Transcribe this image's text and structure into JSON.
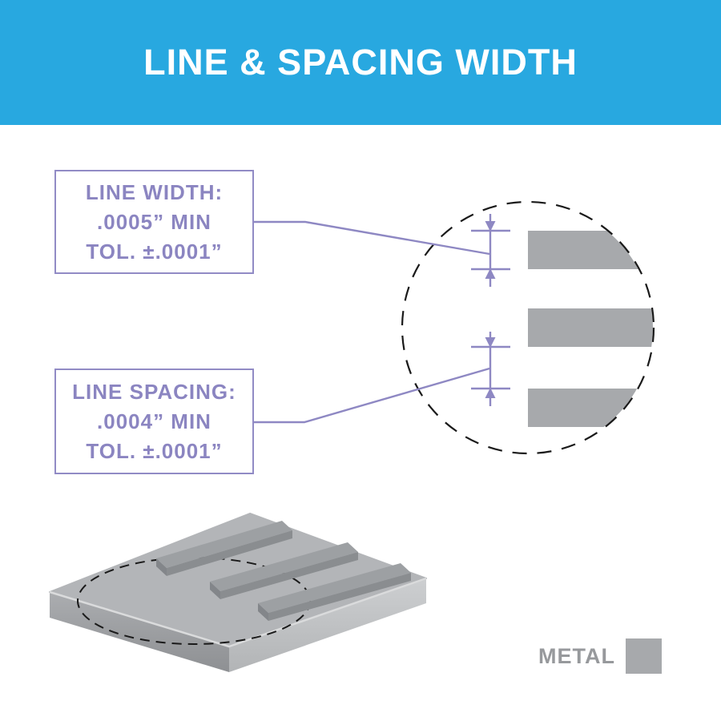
{
  "header": {
    "title": "LINE & SPACING WIDTH"
  },
  "callouts": {
    "line_width": {
      "lines": [
        "LINE WIDTH:",
        ".0005” MIN",
        "TOL. ±.0001”"
      ]
    },
    "line_spacing": {
      "lines": [
        "LINE SPACING:",
        ".0004” MIN",
        "TOL. ±.0001”"
      ]
    }
  },
  "legend": {
    "label": "METAL"
  },
  "colors": {
    "header_blue": "#28A8E0",
    "accent_purple": "#8E88C3",
    "callout_text_purple": "#8B85C1",
    "metal_gray": "#A7A9AC",
    "plate_top_gray": "#B3B5B8",
    "bar_top_gray": "#9DA0A3",
    "legend_text_gray": "#97999C",
    "outline_black": "#1A1A1A"
  }
}
